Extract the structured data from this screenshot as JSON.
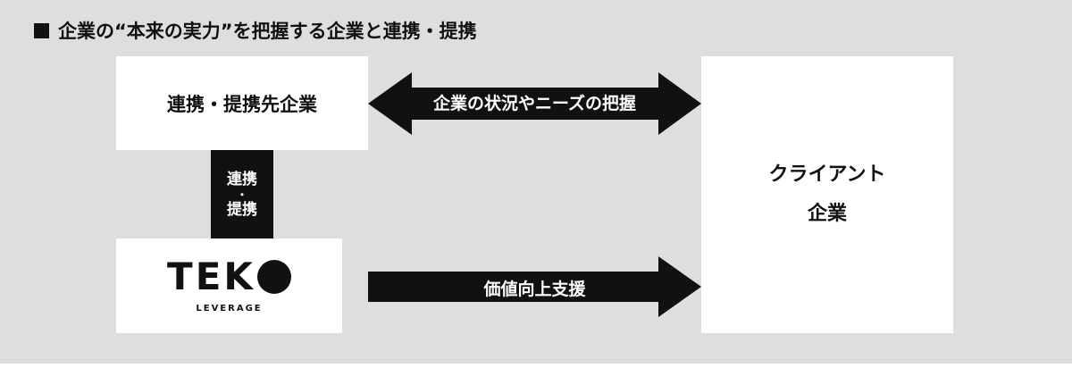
{
  "heading": {
    "text": "企業の“本来の実力”を把握する企業と連携・提携"
  },
  "partner": {
    "label": "連携・提携先企業"
  },
  "client": {
    "line1": "クライアント",
    "line2": "企業"
  },
  "link": {
    "line1": "連携",
    "dot": "・",
    "line2": "提携"
  },
  "teko": {
    "word": "TEK",
    "sub": "LEVERAGE"
  },
  "arrows": {
    "top_label": "企業の状況やニーズの把握",
    "bottom_label": "価値向上支援"
  },
  "colors": {
    "background": "#dedede",
    "box": "#ffffff",
    "ink": "#111111"
  }
}
